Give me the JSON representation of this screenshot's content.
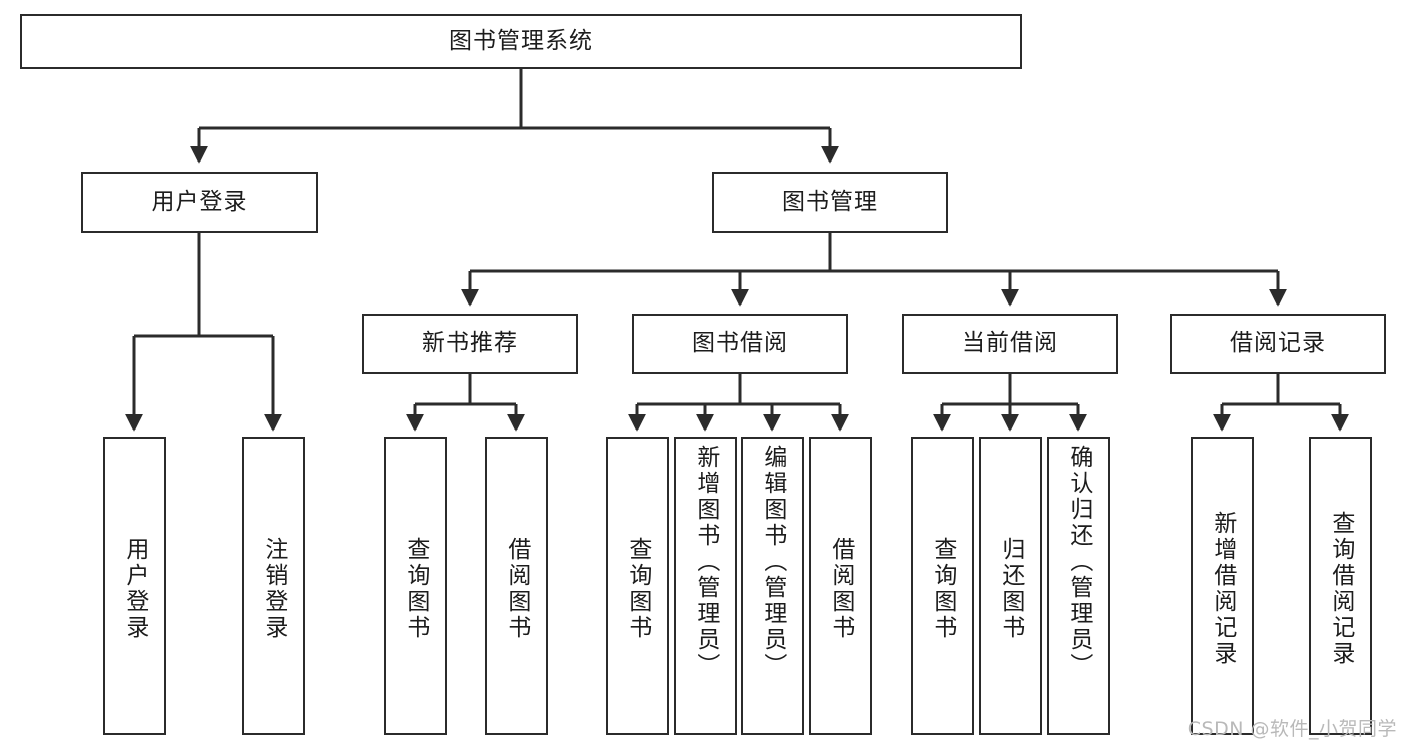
{
  "diagram": {
    "type": "hierarchy-tree",
    "title": "图书管理系统",
    "watermark": "CSDN @软件_小贺同学",
    "colors": {
      "box_border": "#2b2b2b",
      "box_fill": "#ffffff",
      "connector": "#2b2b2b",
      "text": "#1c1c1c",
      "watermark": "#b9b9b9"
    },
    "levels": {
      "root": {
        "label": "图书管理系统"
      },
      "level2": [
        {
          "label": "用户登录"
        },
        {
          "label": "图书管理"
        }
      ],
      "level3": [
        {
          "label": "新书推荐"
        },
        {
          "label": "图书借阅"
        },
        {
          "label": "当前借阅"
        },
        {
          "label": "借阅记录"
        }
      ]
    },
    "leaves": {
      "user_login": [
        {
          "label": "用户登录"
        },
        {
          "label": "注销登录"
        }
      ],
      "new_book_recommend": [
        {
          "label": "查询图书"
        },
        {
          "label": "借阅图书"
        }
      ],
      "book_borrow": [
        {
          "label": "查询图书"
        },
        {
          "label": "新增图书（管理员）"
        },
        {
          "label": "编辑图书（管理员）"
        },
        {
          "label": "借阅图书"
        }
      ],
      "current_borrow": [
        {
          "label": "查询图书"
        },
        {
          "label": "归还图书"
        },
        {
          "label": "确认归还（管理员）"
        }
      ],
      "borrow_records": [
        {
          "label": "新增借阅记录"
        },
        {
          "label": "查询借阅记录"
        }
      ]
    }
  }
}
